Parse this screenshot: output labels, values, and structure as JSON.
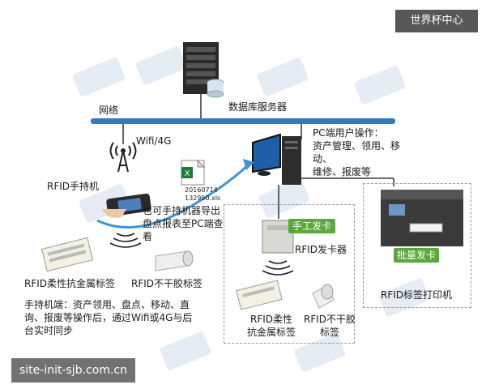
{
  "watermark_badge": "世界杯中心",
  "url_banner": "site-init-sjb.com.cn",
  "nodes": {
    "db_server": "数据库服务器",
    "network": "网络",
    "wifi_4g": "Wifi/4G",
    "pc_ops": "PC端用户操作：\n资产管理、领用、移动、\n维修、报废等",
    "rfid_handheld": "RFID手持机",
    "export_note": "也可手持机器导出\n盘点报表至PC端查\n看",
    "excel_file": "20160714\n132950.xls",
    "manual_card": "手工发卡",
    "rfid_card_issuer": "RFID发卡器",
    "batch_card": "批量发卡",
    "rfid_label_printer": "RFID标签打印机",
    "flex_metal_tag_left": "RFID柔性抗金属标签",
    "adhesive_tag_left": "RFID不干胶标签",
    "flex_metal_tag_right": "RFID柔性\n抗金属标签",
    "adhesive_tag_right": "RFID不干胶\n标签",
    "handheld_desc": "手持机端：资产领用、盘点、移动、直\n询、报废等操作后，通过Wifi或4G与后\n台实时同步"
  },
  "colors": {
    "network_bar": "#2f7cc0",
    "arrow_blue": "#3d95d8",
    "green_tag": "#5aa83a",
    "dark_badge": "#282828"
  }
}
